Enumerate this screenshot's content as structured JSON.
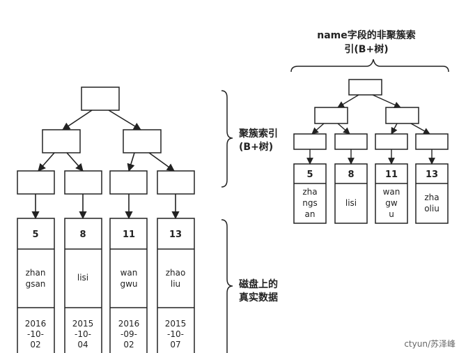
{
  "left_tree": {
    "records": [
      {
        "id": "5",
        "name_lines": [
          "zhan",
          "gsan"
        ],
        "date_lines": [
          "2016",
          "-10-",
          "02"
        ]
      },
      {
        "id": "8",
        "name_lines": [
          "lisi"
        ],
        "date_lines": [
          "2015",
          "-10-",
          "04"
        ]
      },
      {
        "id": "11",
        "name_lines": [
          "wan",
          "gwu"
        ],
        "date_lines": [
          "2016",
          "-09-",
          "02"
        ]
      },
      {
        "id": "13",
        "name_lines": [
          "zhao",
          "liu"
        ],
        "date_lines": [
          "2015",
          "-10-",
          "07"
        ]
      }
    ]
  },
  "labels": {
    "clustered_index": [
      "聚簇索引",
      "(B+树)"
    ],
    "disk_data": [
      "磁盘上的",
      "真实数据"
    ]
  },
  "right_tree": {
    "title": [
      "name字段的非聚簇索",
      "引(B+树)"
    ],
    "entries": [
      {
        "id": "5",
        "name_lines": [
          "zha",
          "ngs",
          "an"
        ]
      },
      {
        "id": "8",
        "name_lines": [
          "lisi"
        ]
      },
      {
        "id": "11",
        "name_lines": [
          "wan",
          "gw",
          "u"
        ]
      },
      {
        "id": "13",
        "name_lines": [
          "zha",
          "oliu"
        ]
      }
    ]
  },
  "watermark": "ctyun/苏泽峰"
}
